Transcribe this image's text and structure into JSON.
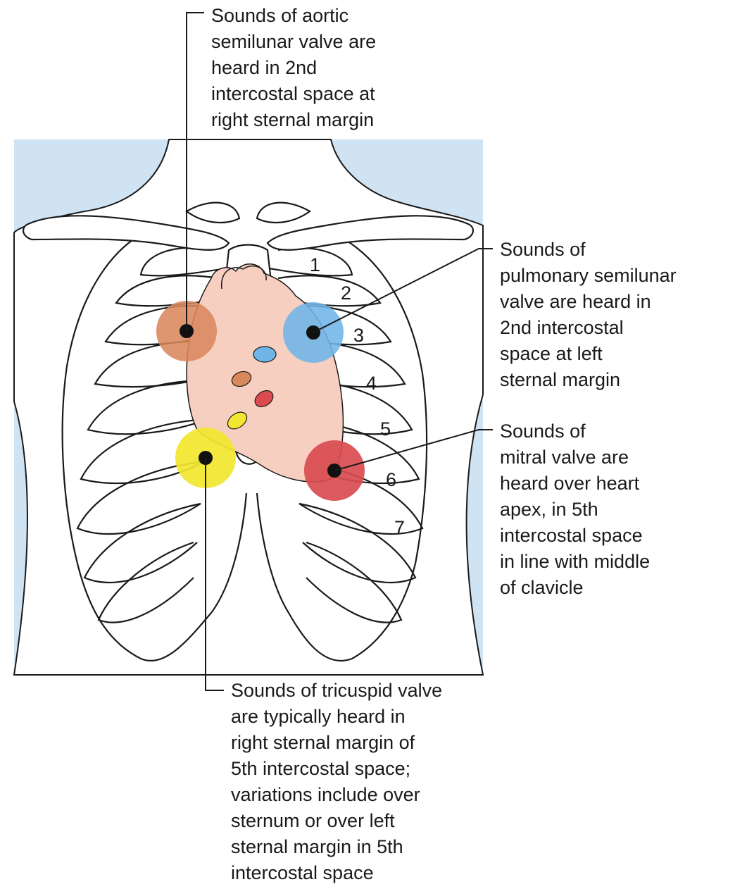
{
  "colors": {
    "background_panel": "#cfe3f3",
    "heart": "#f6cfc0",
    "aortic": "#d9885c",
    "pulmonary": "#6fb5e8",
    "mitral": "#d94b50",
    "tricuspid": "#f2e62e",
    "leader": "#1a1a1a"
  },
  "callouts": {
    "aortic": {
      "lines": [
        "Sounds of aortic",
        "semilunar valve are",
        "heard in 2nd",
        "intercostal space at",
        "right sternal margin"
      ]
    },
    "pulmonary": {
      "lines": [
        "Sounds of",
        "pulmonary semilunar",
        "valve are heard in",
        "2nd intercostal",
        "space at left",
        "sternal margin"
      ]
    },
    "mitral": {
      "lines": [
        "Sounds of",
        "mitral valve are",
        "heard over heart",
        "apex, in 5th",
        "intercostal space",
        "in line with middle",
        "of clavicle"
      ]
    },
    "tricuspid": {
      "lines": [
        "Sounds of tricuspid valve",
        "are typically heard in",
        "right sternal margin of",
        "5th intercostal space;",
        "variations include over",
        "sternum or over left",
        "sternal margin in 5th",
        "intercostal space"
      ]
    }
  },
  "rib_numbers": [
    "1",
    "2",
    "3",
    "4",
    "5",
    "6",
    "7"
  ]
}
